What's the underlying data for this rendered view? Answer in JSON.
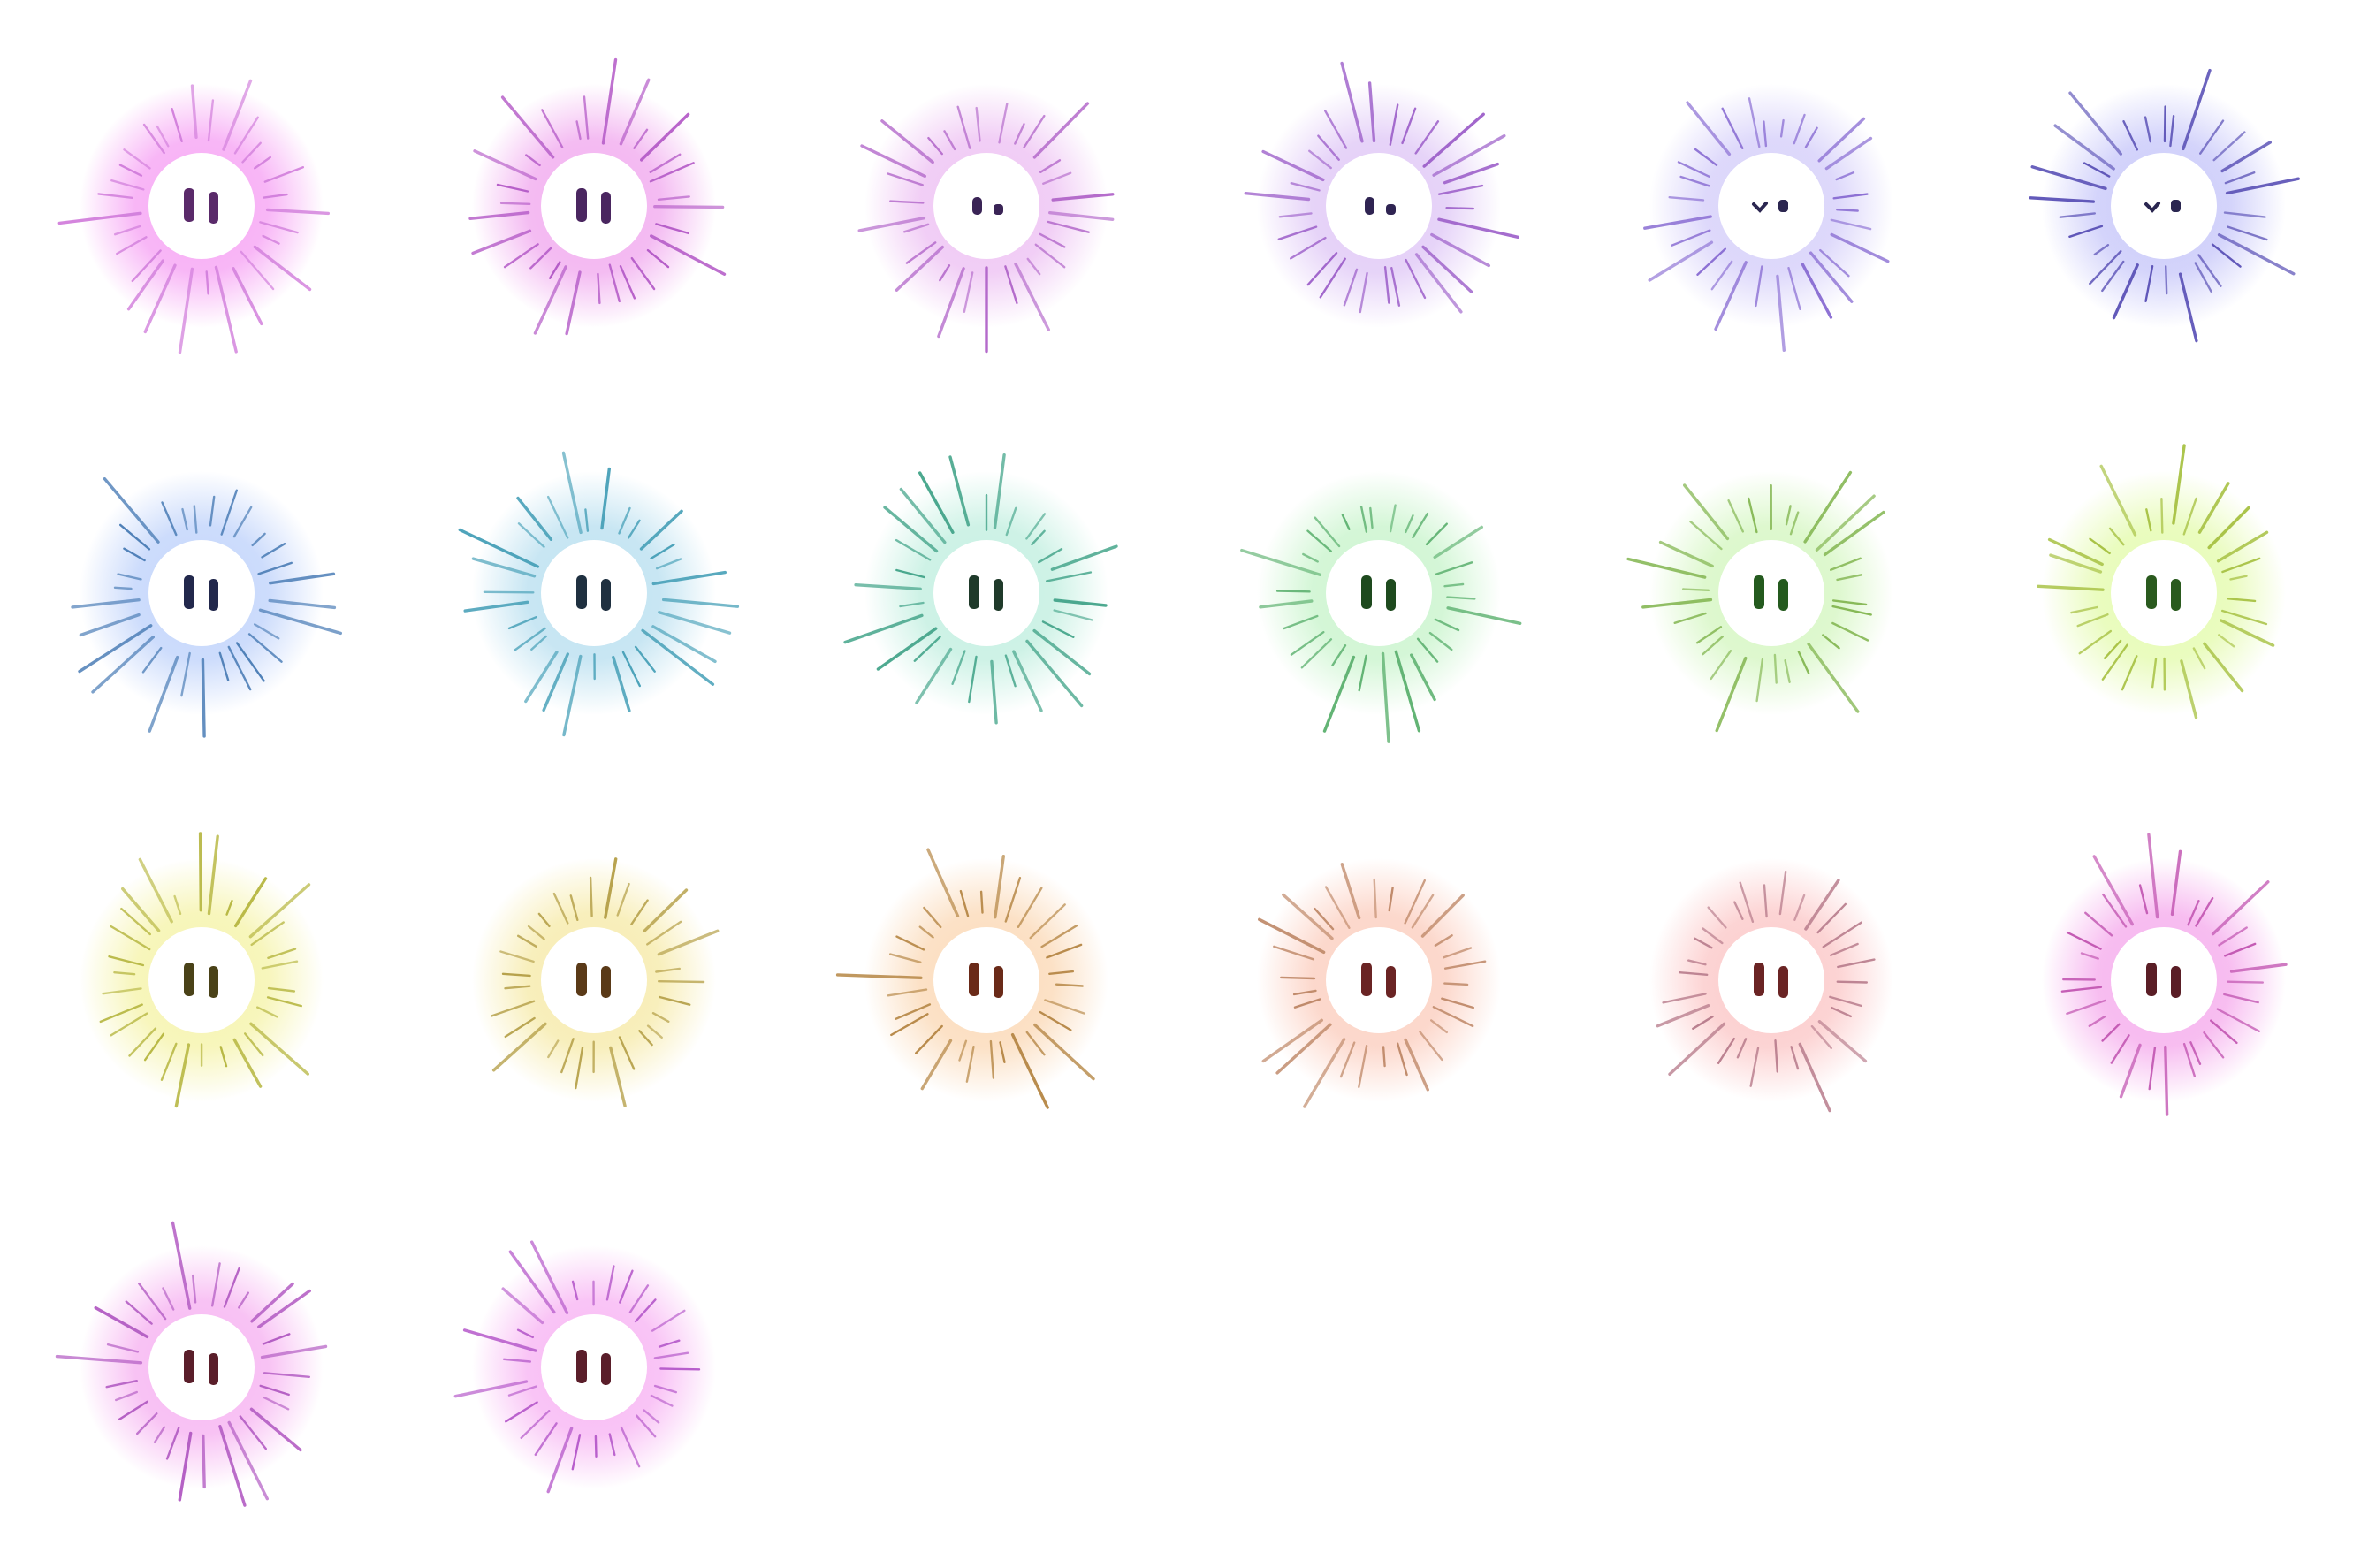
{
  "sheet": {
    "columns": 6,
    "background": "#ffffff"
  },
  "sprites": [
    {
      "ray": "#d27fdc",
      "glow": "#f7aaf5",
      "eye": "#5a2a6a",
      "eyes": "tall"
    },
    {
      "ray": "#b55cc8",
      "glow": "#f2b0f0",
      "eye": "#4a2660",
      "eyes": "tall"
    },
    {
      "ray": "#b46acb",
      "glow": "#efc6f4",
      "eye": "#3a2456",
      "eyes": "small"
    },
    {
      "ray": "#a166cc",
      "glow": "#e2ccf7",
      "eye": "#2f2452",
      "eyes": "small"
    },
    {
      "ray": "#8c70d4",
      "glow": "#d8d2fa",
      "eye": "#2b2650",
      "eyes": "squint"
    },
    {
      "ray": "#5e55b8",
      "glow": "#ccccfa",
      "eye": "#2a2650",
      "eyes": "squint"
    },
    {
      "ray": "#4f80b8",
      "glow": "#c4d6fb",
      "eye": "#22284c",
      "eyes": "tall"
    },
    {
      "ray": "#4ca3ba",
      "glow": "#bfe2f1",
      "eye": "#1f3040",
      "eyes": "tall"
    },
    {
      "ray": "#4aa88e",
      "glow": "#c6f0e2",
      "eye": "#1f3a2a",
      "eyes": "tall"
    },
    {
      "ray": "#62b474",
      "glow": "#cdf5d0",
      "eye": "#1e4a1e",
      "eyes": "tall"
    },
    {
      "ray": "#86b855",
      "glow": "#d8f7c6",
      "eye": "#245a1e",
      "eyes": "tall"
    },
    {
      "ray": "#a8c244",
      "glow": "#e6fbb4",
      "eye": "#2a5a1e",
      "eyes": "tall"
    },
    {
      "ray": "#b8b844",
      "glow": "#f6f4b0",
      "eye": "#4a4218",
      "eyes": "tall"
    },
    {
      "ray": "#b6a14a",
      "glow": "#f7ecb0",
      "eye": "#5a3a18",
      "eyes": "tall"
    },
    {
      "ray": "#b88a4a",
      "glow": "#fbdcbc",
      "eye": "#6a2a18",
      "eyes": "tall"
    },
    {
      "ray": "#c08a6a",
      "glow": "#fcd2c4",
      "eye": "#6a2424",
      "eyes": "tall"
    },
    {
      "ray": "#b87c8c",
      "glow": "#fccccc",
      "eye": "#6a2424",
      "eyes": "tall"
    },
    {
      "ray": "#c45ab4",
      "glow": "#f6b2ee",
      "eye": "#5a1e26",
      "eyes": "tall"
    },
    {
      "ray": "#b45ec4",
      "glow": "#f7b8f2",
      "eye": "#5a1e2a",
      "eyes": "tall"
    },
    {
      "ray": "#b85ecc",
      "glow": "#f8baf4",
      "eye": "#5a1e2a",
      "eyes": "tall"
    }
  ]
}
